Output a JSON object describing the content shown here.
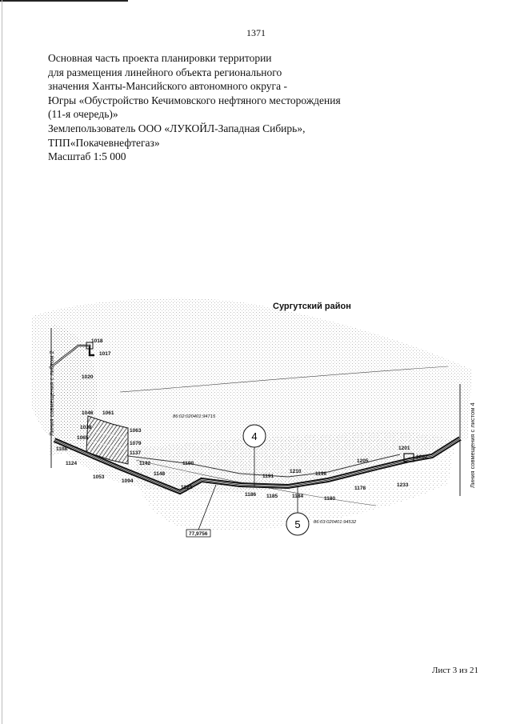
{
  "page_number": "1371",
  "header": {
    "lines": [
      "Основная часть проекта планировки территории",
      "для размещения линейного объекта регионального",
      "значения Ханты-Мансийского автономного округа -",
      "Югры «Обустройство Кечимовского нефтяного месторождения",
      "(11-я очередь)»",
      "Землепользователь ООО «ЛУКОЙЛ-Западная Сибирь»,",
      "ТПП«Покачевнефтегаз»",
      "Масштаб 1:5 000"
    ]
  },
  "map": {
    "region_title": "Сургутский район",
    "match_line_left": "Линия совмещения с листом 2",
    "match_line_right": "Линия совмещения с листом 4",
    "sheet_circle_upper": "4",
    "sheet_circle_lower": "5",
    "parcel_upper": "86:02:020401:94715",
    "parcel_lower": "86:03:020401:94532",
    "area_value": "77,9756",
    "point_labels": [
      "1018",
      "1017",
      "1020",
      "1046",
      "1061",
      "1038",
      "1063",
      "1065",
      "1079",
      "1137",
      "1108",
      "1124",
      "1142",
      "1053",
      "1094",
      "1148",
      "1190",
      "1122",
      "1191",
      "1210",
      "1196",
      "1205",
      "1201",
      "1202",
      "1186",
      "1185",
      "1184",
      "1180",
      "1178",
      "1233"
    ]
  },
  "footer": {
    "sheet_label": "Лист 3 из 21"
  }
}
